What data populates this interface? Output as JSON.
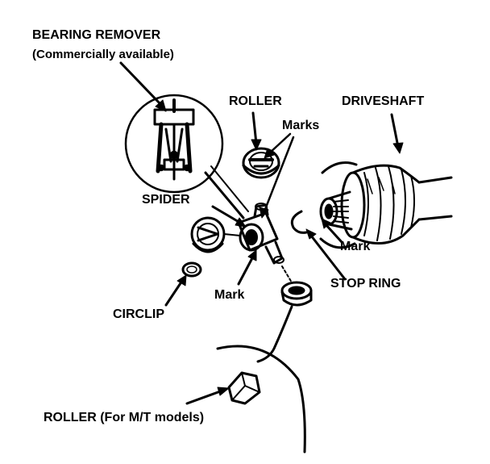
{
  "labels": {
    "bearing_remover": "BEARING REMOVER",
    "commercially_available": "(Commercially available)",
    "roller_top": "ROLLER",
    "driveshaft": "DRIVESHAFT",
    "marks": "Marks",
    "spider": "SPIDER",
    "mark_right": "Mark",
    "stop_ring": "STOP RING",
    "mark_bottom": "Mark",
    "circlip": "CIRCLIP",
    "roller_mt": "ROLLER (For M/T models)"
  },
  "colors": {
    "ink": "#000000",
    "paper": "#ffffff"
  }
}
